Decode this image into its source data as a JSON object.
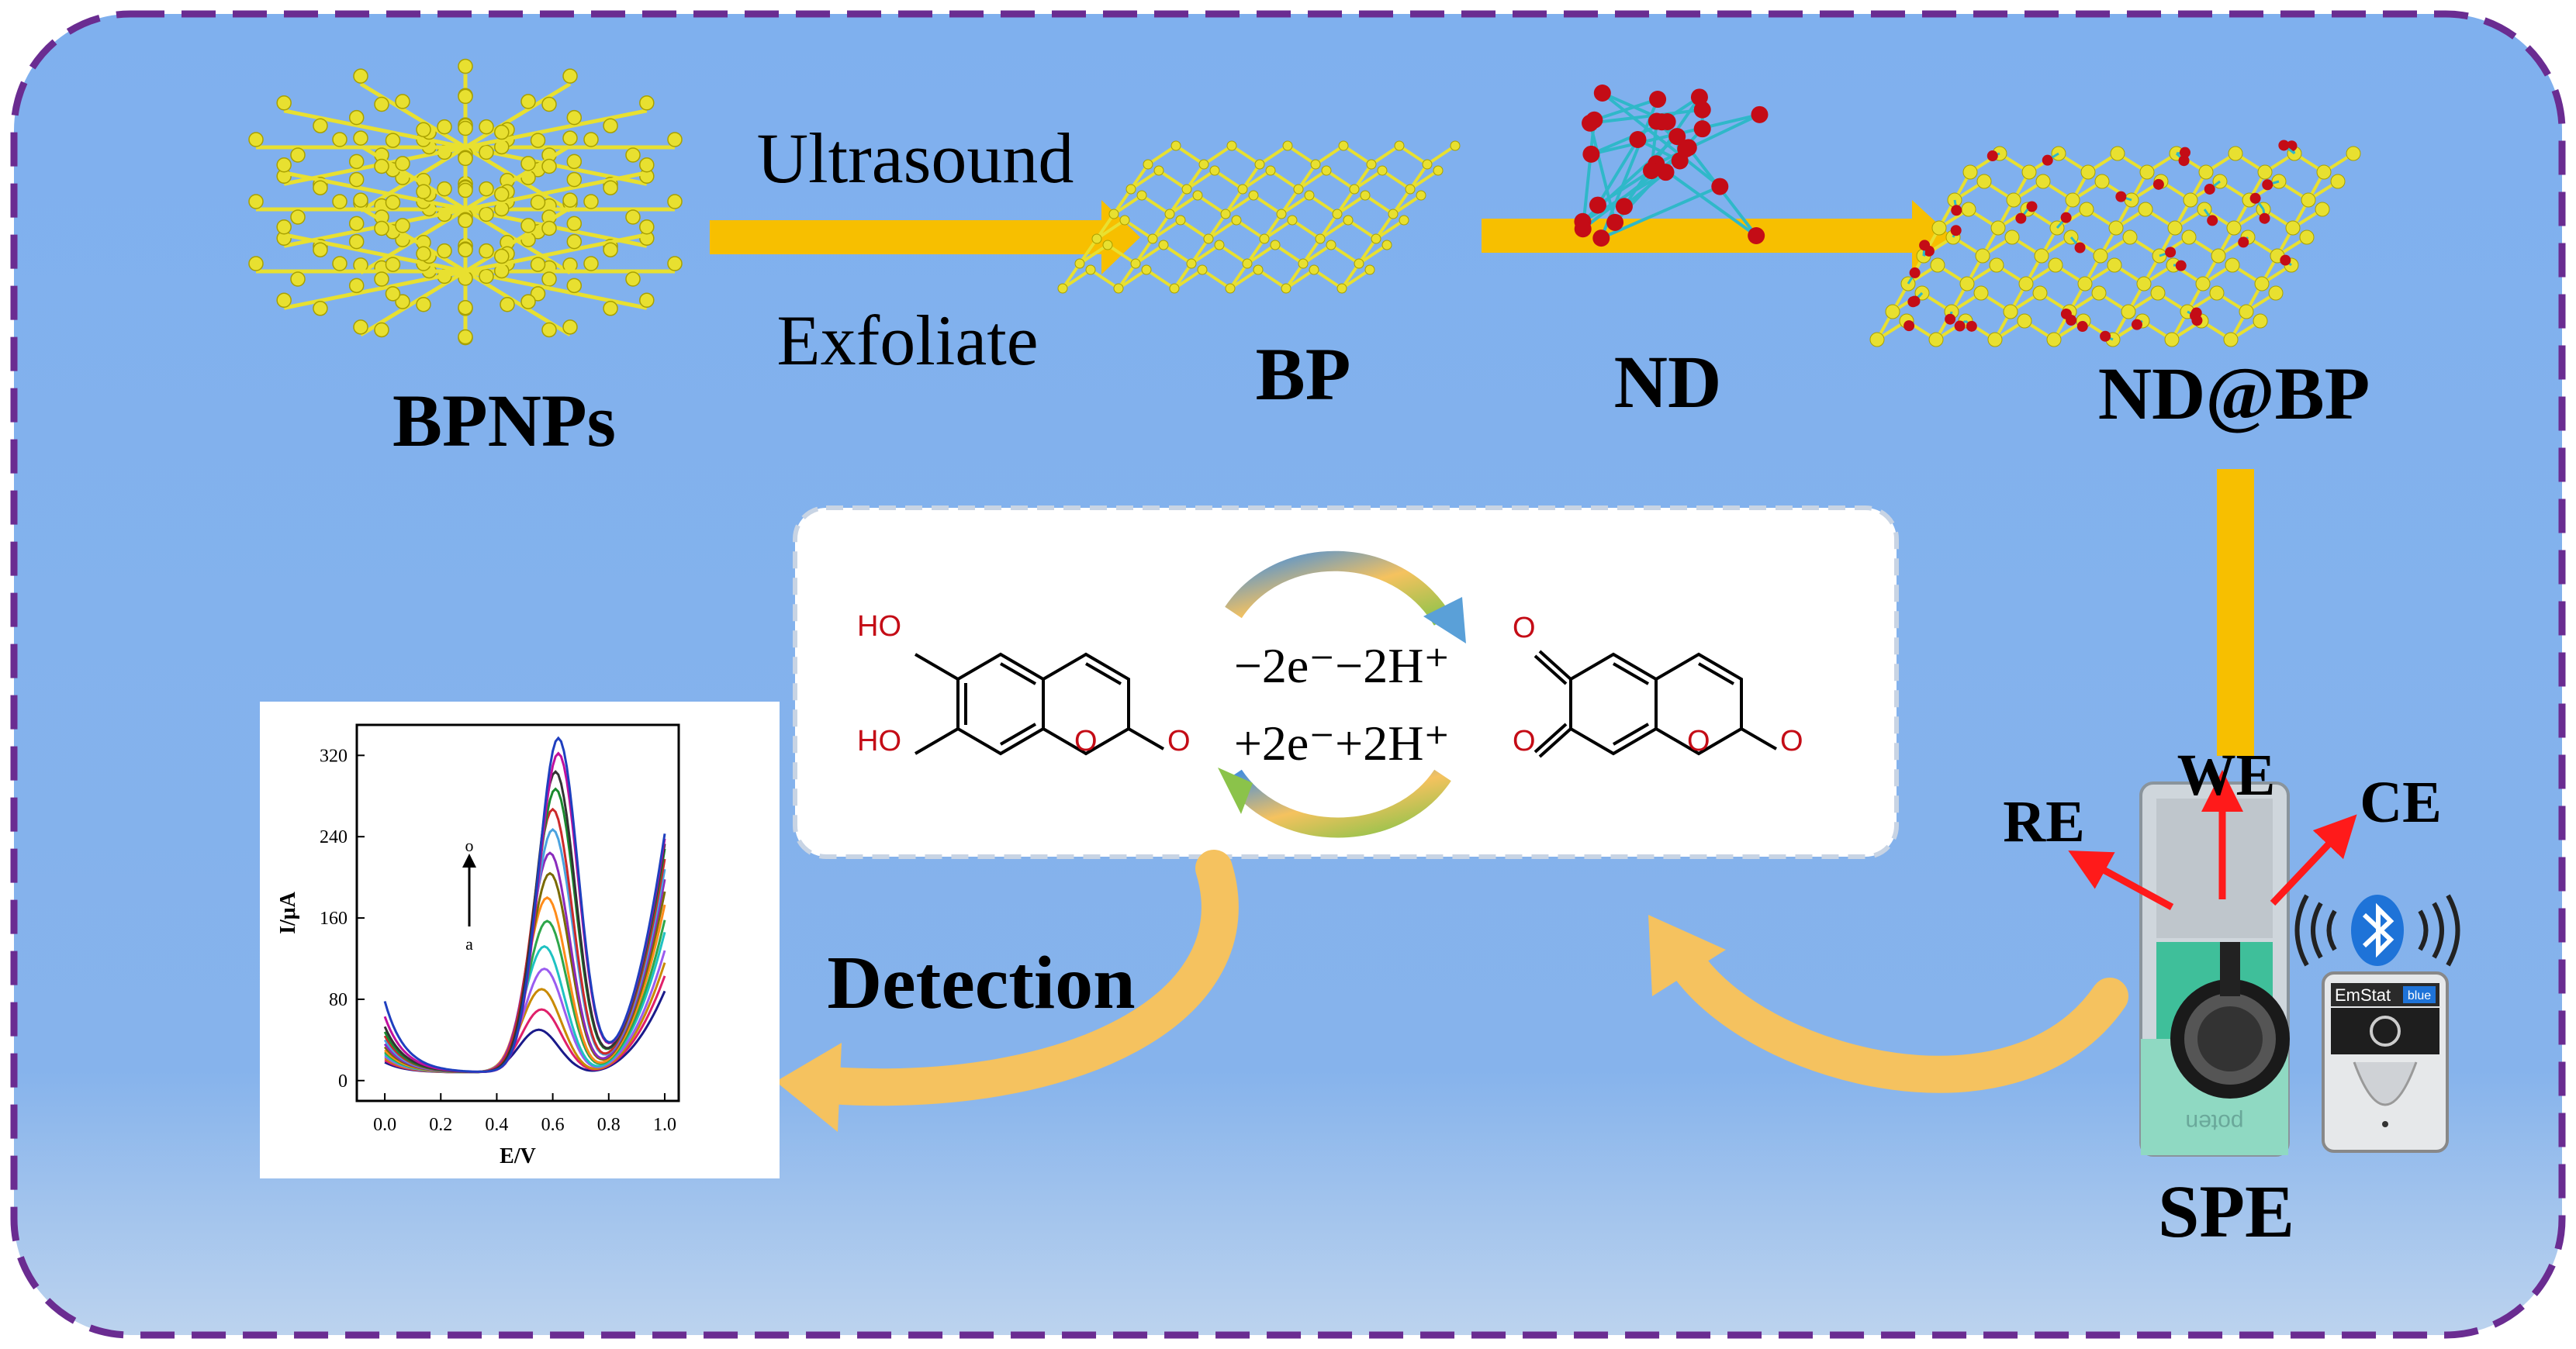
{
  "colors": {
    "background_top": "#7fb0ee",
    "background_bottom": "#bcd3ee",
    "border": "#6a2c91",
    "arrow": "#f7bf00",
    "curved_arrow": "#f5c25f",
    "phosphorus": "#e8e030",
    "oxygen": "#c40c16",
    "carbon_bond": "#2fb8c9",
    "electrode_arrow": "#ff1a1a",
    "curve_palette": [
      "#1f3fbf",
      "#c0109e",
      "#333333",
      "#1a8a2e",
      "#cc2a2a",
      "#4aa3e0",
      "#8a2bbd",
      "#7a6a00",
      "#ff8c1a",
      "#2ea64a",
      "#1fc2c2",
      "#9a5cf0",
      "#c98a00",
      "#e0206a",
      "#1a1a8a"
    ]
  },
  "process": {
    "start_label": "BPNPs",
    "step1_top": "Ultrasound",
    "step1_bottom": "Exfoliate",
    "bp_label": "BP",
    "nd_label": "ND",
    "composite_label": "ND@BP"
  },
  "reaction": {
    "forward": "−2e⁻−2H⁺",
    "reverse": "+2e⁻+2H⁺",
    "reactant": {
      "oh_top": "HO",
      "oh_bottom": "HO",
      "ring_o": "O",
      "carbonyl_o": "O"
    },
    "product": {
      "o_top": "O",
      "o_bottom": "O",
      "ring_o": "O",
      "carbonyl_o": "O"
    }
  },
  "detection_label": "Detection",
  "electrode": {
    "label": "SPE",
    "we": "WE",
    "re": "RE",
    "ce": "CE",
    "brand_text": "poten",
    "device_text": "EmStat",
    "device_badge": "blue",
    "bluetooth_icon": "bluetooth-icon"
  },
  "chart_data": {
    "type": "line",
    "title": "",
    "xlabel": "E/V",
    "ylabel": "I/μA",
    "xlim": [
      -0.1,
      1.05
    ],
    "ylim": [
      -20,
      350
    ],
    "x_ticks": [
      "0.0",
      "0.2",
      "0.4",
      "0.6",
      "0.8",
      "1.0"
    ],
    "y_ticks": [
      "0",
      "80",
      "160",
      "240",
      "320"
    ],
    "annotation_top": "o",
    "annotation_bottom": "a",
    "peak_x": [
      0.62,
      0.62,
      0.61,
      0.61,
      0.6,
      0.6,
      0.59,
      0.59,
      0.58,
      0.58,
      0.57,
      0.57,
      0.56,
      0.56,
      0.55
    ],
    "peak_heights": [
      345,
      330,
      312,
      295,
      275,
      255,
      232,
      212,
      188,
      165,
      140,
      118,
      98,
      78,
      58
    ],
    "start_currents": [
      70,
      55,
      45,
      40,
      36,
      32,
      28,
      25,
      22,
      20,
      18,
      16,
      14,
      12,
      10
    ],
    "end_currents": [
      255,
      250,
      245,
      240,
      230,
      220,
      210,
      198,
      185,
      170,
      158,
      140,
      128,
      115,
      100
    ]
  }
}
